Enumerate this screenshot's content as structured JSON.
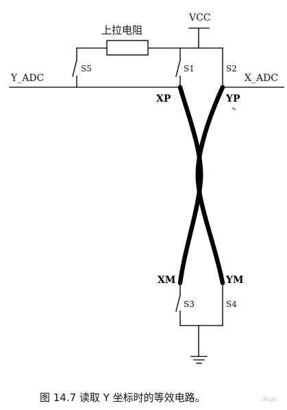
{
  "labels": {
    "vcc": "VCC",
    "pullup": "上拉电阻",
    "y_adc": "Y_ADC",
    "x_adc": "X_ADC",
    "s1": "S1",
    "s2": "S2",
    "s3": "S3",
    "s4": "S4",
    "s5": "S5",
    "xp": "XP",
    "yp": "YP",
    "xm": "XM",
    "ym": "YM"
  },
  "caption": "图 14.7  读取 Y 坐标时的等效电路。",
  "watermark": "dage"
}
